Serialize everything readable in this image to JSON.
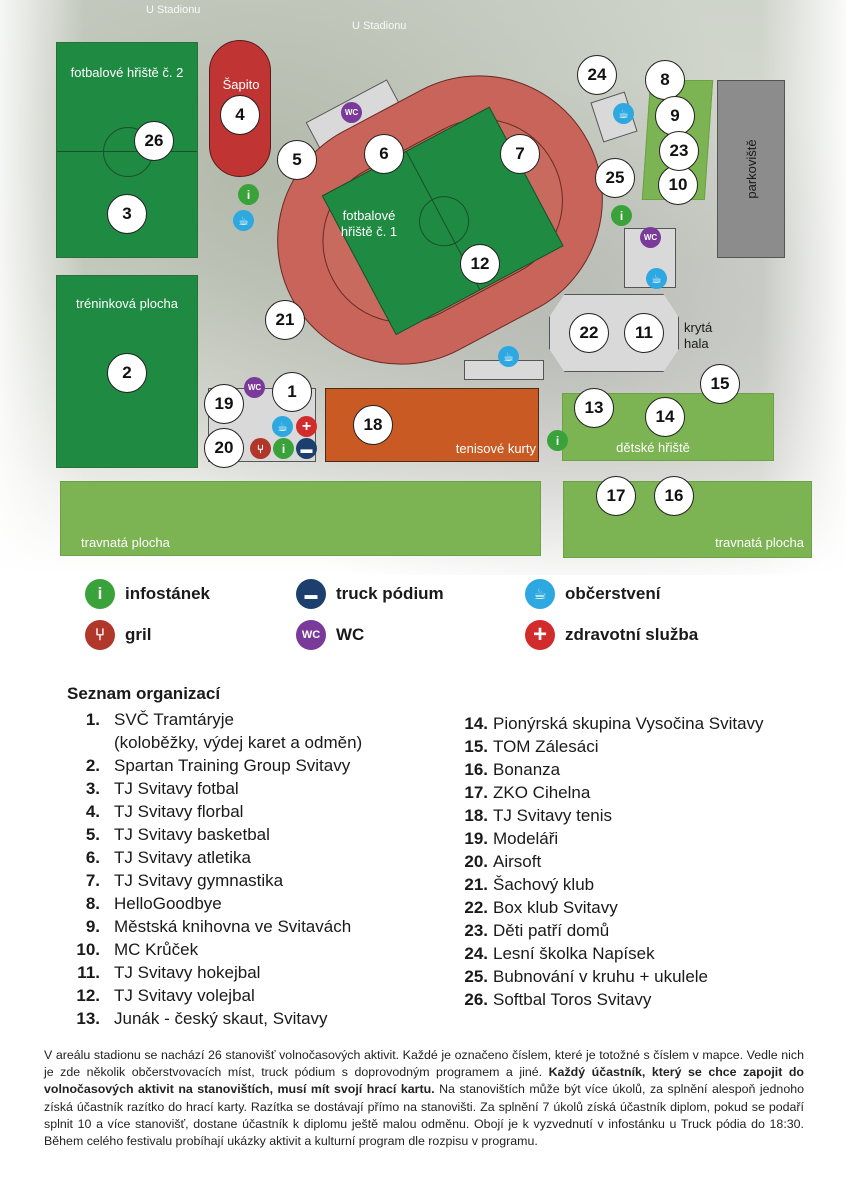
{
  "map": {
    "street_top_1": "U Stadionu",
    "street_top_2": "U Stadionu",
    "zones": {
      "football_2": "fotbalové hřiště č. 2",
      "sapito": "Šapito",
      "football_1": "fotbalové hřiště č. 1",
      "training": "tréninková plocha",
      "parking": "parkoviště",
      "hall": "krytá hala",
      "tennis": "tenisové kurty",
      "playground": "dětské hřiště",
      "grass_left": "travnatá plocha",
      "grass_right": "travnatá plocha"
    },
    "badges": [
      "1",
      "2",
      "3",
      "4",
      "5",
      "6",
      "7",
      "8",
      "9",
      "10",
      "11",
      "12",
      "13",
      "14",
      "15",
      "16",
      "17",
      "18",
      "19",
      "20",
      "21",
      "22",
      "23",
      "24",
      "25",
      "26"
    ],
    "wc_label": "WC"
  },
  "legend": {
    "info": "infostánek",
    "truck": "truck pódium",
    "food": "občerstvení",
    "grill": "gril",
    "wc": "WC",
    "medical": "zdravotní služba",
    "wc_icon_text": "WC"
  },
  "list": {
    "title": "Seznam organizací",
    "col1": [
      {
        "num": "1.",
        "name": "SVČ Tramtáryje",
        "cont": "(koloběžky, výdej karet a odměn)"
      },
      {
        "num": "2.",
        "name": "Spartan Training Group Svitavy"
      },
      {
        "num": "3.",
        "name": "TJ Svitavy fotbal"
      },
      {
        "num": "4.",
        "name": "TJ Svitavy florbal"
      },
      {
        "num": "5.",
        "name": "TJ Svitavy basketbal"
      },
      {
        "num": "6.",
        "name": "TJ Svitavy atletika"
      },
      {
        "num": "7.",
        "name": "TJ Svitavy gymnastika"
      },
      {
        "num": "8.",
        "name": "HelloGoodbye"
      },
      {
        "num": "9.",
        "name": "Městská knihovna ve Svitavách"
      },
      {
        "num": "10.",
        "name": "MC Krůček"
      },
      {
        "num": "11.",
        "name": "TJ Svitavy hokejbal"
      },
      {
        "num": "12.",
        "name": "TJ Svitavy volejbal"
      },
      {
        "num": "13.",
        "name": "Junák - český skaut, Svitavy"
      }
    ],
    "col2": [
      {
        "num": "14.",
        "name": "Pionýrská skupina Vysočina Svitavy"
      },
      {
        "num": "15.",
        "name": "TOM Zálesáci"
      },
      {
        "num": "16.",
        "name": "Bonanza"
      },
      {
        "num": "17.",
        "name": "ZKO Cihelna"
      },
      {
        "num": "18.",
        "name": "TJ Svitavy tenis"
      },
      {
        "num": "19.",
        "name": "Modeláři"
      },
      {
        "num": "20.",
        "name": "Airsoft"
      },
      {
        "num": "21.",
        "name": "Šachový klub"
      },
      {
        "num": "22.",
        "name": "Box klub Svitavy"
      },
      {
        "num": "23.",
        "name": "Děti patří domů"
      },
      {
        "num": "24.",
        "name": "Lesní školka Napísek"
      },
      {
        "num": "25.",
        "name": "Bubnování v kruhu + ukulele"
      },
      {
        "num": "26.",
        "name": "Softbal Toros Svitavy"
      }
    ]
  },
  "description": {
    "part1": "V areálu stadionu se nachází 26 stanovišť volnočasových aktivit. Každé je označeno číslem, které je totožné s číslem v mapce. Vedle nich je zde několik občerstvovacích míst, truck pódium s doprovodným programem a jiné. ",
    "bold": "Každý účastník, který se chce zapojit do volnočasových aktivit na stanovištích, musí mít svojí hrací kartu.",
    "part2": " Na stanovištích může být více úkolů, za splnění alespoň jednoho získá účastník razítko do hrací karty. Razítka se dostávají přímo na stanovišti. Za splnění 7 úkolů získá účastník diplom, pokud se podaří splnit 10 a více stanovišť, dostane účastník k diplomu ještě malou odměnu. Obojí je k vyzvednutí v infostánku u Truck pódia do 18:30. Během celého festivalu probíhají ukázky aktivit a kulturní program dle rozpisu v programu."
  },
  "colors": {
    "green_field": "#1f8a42",
    "light_green": "#7cb353",
    "track": "#c9645a",
    "tennis": "#c95a24",
    "info": "#3aa23a",
    "food": "#2da8e0",
    "wc": "#7a3a9a",
    "grill": "#b0372a",
    "medical": "#d22b2b",
    "truck": "#1d3f6e"
  }
}
